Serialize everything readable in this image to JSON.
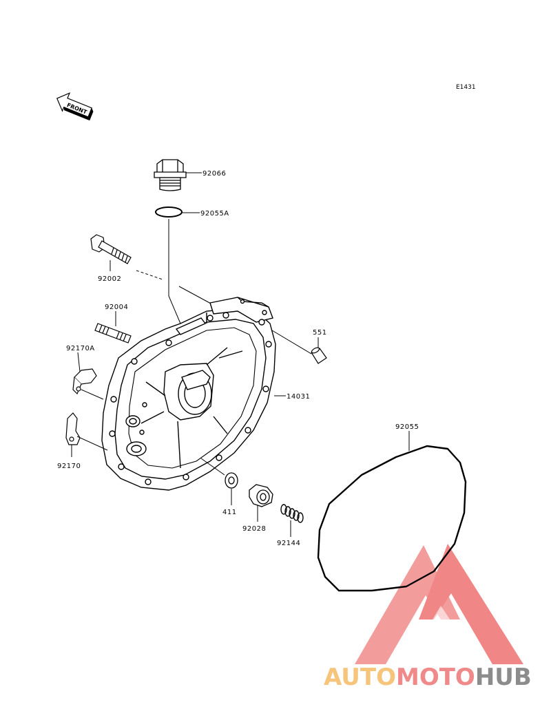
{
  "diagram": {
    "ref_code": "E1431",
    "front_label": "FRONT",
    "part_labels": {
      "p92066": "92066",
      "p92055A": "92055A",
      "p92002": "92002",
      "p92004": "92004",
      "p551": "551",
      "p92170A": "92170A",
      "p14031": "14031",
      "p92055": "92055",
      "p92170": "92170",
      "p411": "411",
      "p92028": "92028",
      "p92144": "92144"
    }
  },
  "watermark": {
    "part1": "AUTO",
    "part2": "MOTO",
    "part3": "HUB",
    "colors": {
      "auto": "#f6c47a",
      "moto": "#f08a8a",
      "hub": "#8c8c8c",
      "triangle": "#f28b8b"
    }
  }
}
